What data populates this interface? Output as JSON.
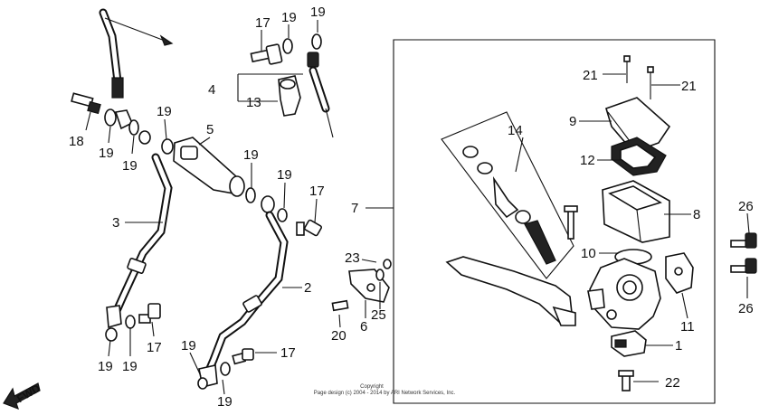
{
  "callouts": {
    "c17a": "17",
    "c19a": "19",
    "c19b": "19",
    "c4": "4",
    "c13": "13",
    "c18": "18",
    "c19c": "19",
    "c19d": "19",
    "c19e": "19",
    "c5": "5",
    "c3": "3",
    "c19f": "19",
    "c19g": "19",
    "c17b": "17",
    "c7": "7",
    "c14": "14",
    "c21a": "21",
    "c21b": "21",
    "c9": "9",
    "c12": "12",
    "c8": "8",
    "c10": "10",
    "c23": "23",
    "c2": "2",
    "c6": "6",
    "c25": "25",
    "c20": "20",
    "c19h": "19",
    "c19i": "19",
    "c17c": "17",
    "c19j": "19",
    "c19k": "19",
    "c17d": "17",
    "c11": "11",
    "c1": "1",
    "c22": "22",
    "c26a": "26",
    "c26b": "26"
  },
  "fwd_label": "FWD",
  "copyright": {
    "line1": "Copyright",
    "line2": "Page design (c) 2004 - 2014 by ARI Network Services, Inc."
  }
}
